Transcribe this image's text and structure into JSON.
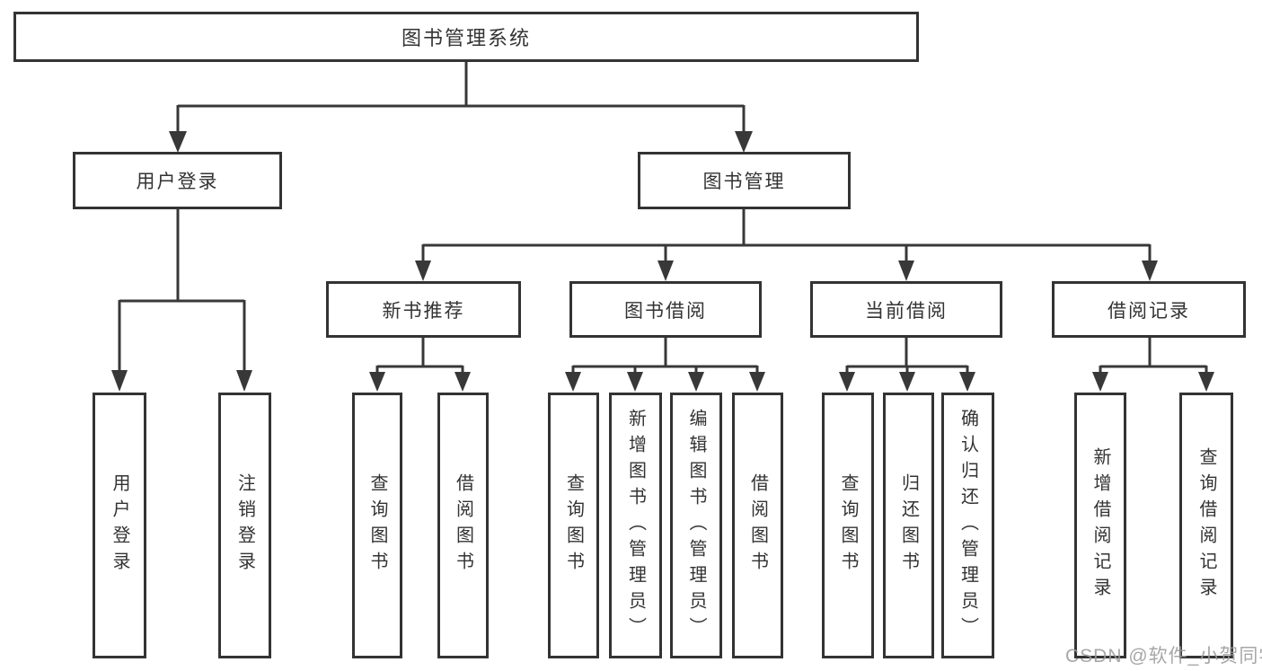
{
  "diagram": {
    "root": {
      "label": "图书管理系统"
    },
    "branches": [
      {
        "label": "用户登录",
        "leaves": [
          "用户登录",
          "注销登录"
        ]
      },
      {
        "label": "图书管理",
        "groups": [
          {
            "label": "新书推荐",
            "leaves": [
              "查询图书",
              "借阅图书"
            ]
          },
          {
            "label": "图书借阅",
            "leaves": [
              "查询图书",
              "新增图书（管理员）",
              "编辑图书（管理员）",
              "借阅图书"
            ]
          },
          {
            "label": "当前借阅",
            "leaves": [
              "查询图书",
              "归还图书",
              "确认归还（管理员）"
            ]
          },
          {
            "label": "借阅记录",
            "leaves": [
              "新增借阅记录",
              "查询借阅记录"
            ]
          }
        ]
      }
    ]
  },
  "watermark": "CSDN @软件_小贺同学",
  "colors": {
    "line": "#383838",
    "border": "#333333",
    "text": "#333333",
    "watermark": "#9b9b9b",
    "background": "#ffffff"
  }
}
